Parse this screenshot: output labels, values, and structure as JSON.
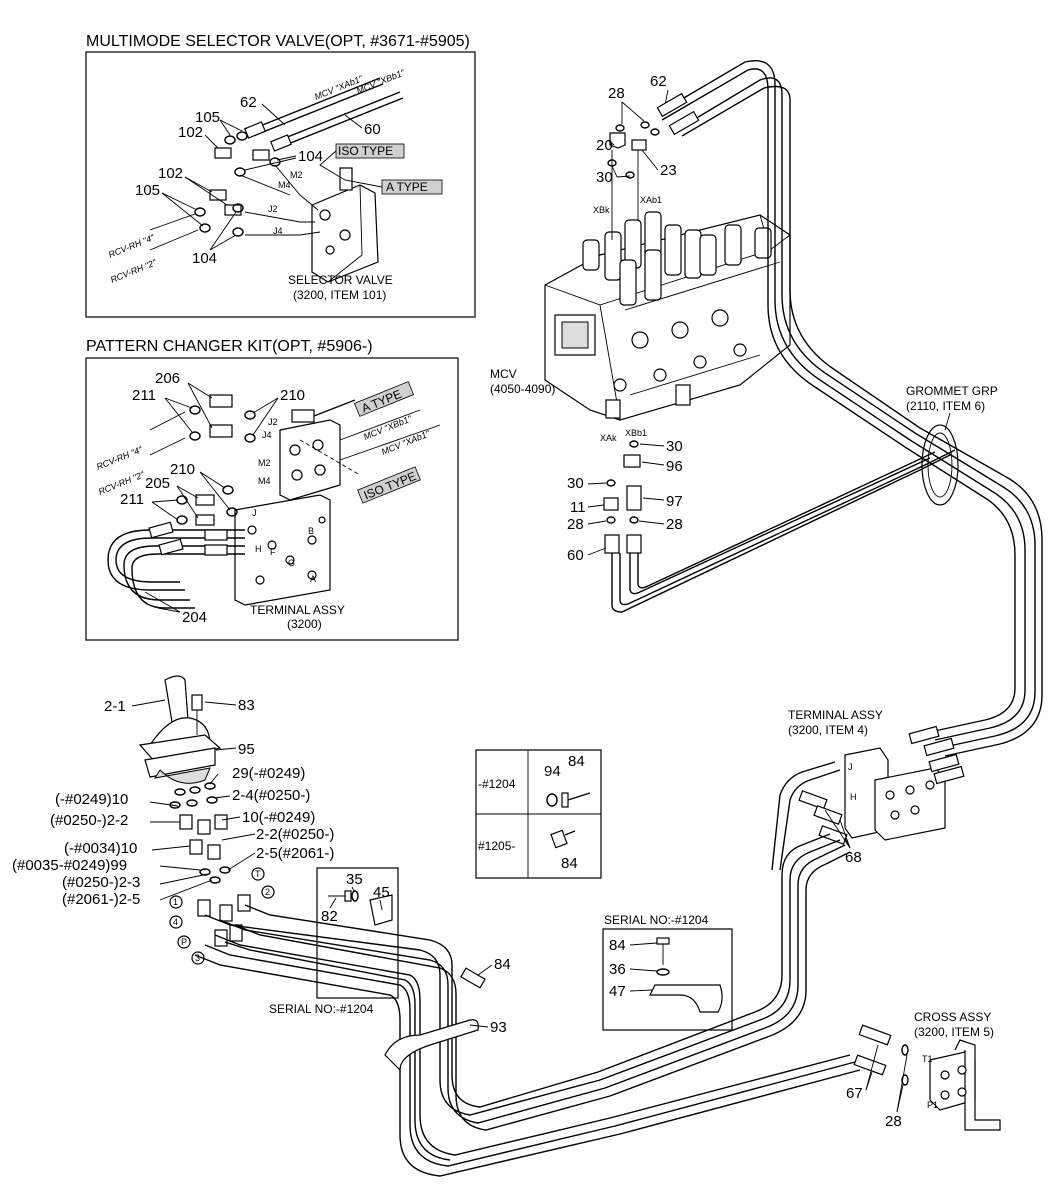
{
  "sections": {
    "multimode": {
      "title": "MULTIMODE SELECTOR VALVE(OPT, #3671-#5905)",
      "component_line1": "SELECTOR VALVE",
      "component_line2": "(3200, ITEM 101)",
      "iso_type": "ISO TYPE",
      "a_type": "A TYPE",
      "hose_label_a": "MCV \"XAb1\"",
      "hose_label_b": "MCV \"XBb1\"",
      "rcv_4": "RCV-RH \"4\"",
      "rcv_2": "RCV-RH \"2\"",
      "port_m4": "M4",
      "port_m2": "M2",
      "port_j2": "J2",
      "port_j4": "J4",
      "callouts": {
        "c62": "62",
        "c60": "60",
        "c105a": "105",
        "c102a": "102",
        "c104a": "104",
        "c102b": "102",
        "c105b": "105",
        "c104b": "104"
      }
    },
    "pattern": {
      "title": "PATTERN CHANGER KIT(OPT, #5906-)",
      "component_line1": "TERMINAL ASSY",
      "component_line2": "(3200)",
      "a_type": "A TYPE",
      "iso_type": "ISO TYPE",
      "hose_label_b": "MCV \"XBb1\"",
      "hose_label_a": "MCV \"XAb1\"",
      "rcv_4": "RCV-RH \"4\"",
      "rcv_2": "RCV-RH \"2\"",
      "port_j2": "J2",
      "port_j4": "J4",
      "port_m2": "M2",
      "port_m4": "M4",
      "port_j": "J",
      "port_h": "H",
      "port_g": "G",
      "port_f": "F",
      "port_b": "B",
      "port_a": "A",
      "callouts": {
        "c206": "206",
        "c211a": "211",
        "c210a": "210",
        "c210b": "210",
        "c205": "205",
        "c211b": "211",
        "c204": "204"
      }
    },
    "mcv": {
      "name": "MCV",
      "range": "(4050-4090)",
      "port_xbk": "XBk",
      "port_xab1": "XAb1",
      "port_xak": "XAk",
      "port_xbb1": "XBb1",
      "callouts": {
        "c28": "28",
        "c62": "62",
        "c20": "20",
        "c23": "23",
        "c30a": "30",
        "c30b": "30",
        "c96": "96",
        "c30c": "30",
        "c11": "11",
        "c97": "97",
        "c28b": "28",
        "c28c": "28",
        "c60": "60"
      }
    },
    "grommet": {
      "line1": "GROMMET GRP",
      "line2": "(2110, ITEM 6)"
    },
    "terminal": {
      "line1": "TERMINAL ASSY",
      "line2": "(3200, ITEM 4)",
      "port_j": "J",
      "port_h": "H",
      "callouts": {
        "c68": "68"
      }
    },
    "rcv": {
      "callouts": {
        "c2_1": "2-1",
        "c83": "83",
        "c95": "95",
        "c29": "29(-#0249)",
        "c2_4": "2-4(#0250-)",
        "c10a": "(-#0249)10",
        "c2_2a": "(#0250-)2-2",
        "c10b": "10(-#0249)",
        "c2_2b": "2-2(#0250-)",
        "c10c": "(-#0034)10",
        "c2_5a": "2-5(#2061-)",
        "c99": "(#0035-#0249)99",
        "c2_3": "(#0250-)2-3",
        "c2_5b": "(#2061-)2-5"
      },
      "ports": {
        "p1": "1",
        "p4": "4",
        "pP": "P",
        "p3": "3",
        "p2": "2",
        "pT": "T"
      }
    },
    "serial_left": {
      "label": "SERIAL NO:-#1204",
      "callouts": {
        "c35": "35",
        "c45": "45",
        "c82": "82"
      }
    },
    "clamp": {
      "callouts": {
        "c84": "84",
        "c93": "93"
      }
    },
    "serial_table": {
      "rows": [
        {
          "serial": "-#1204",
          "c94": "94",
          "c84": "84"
        },
        {
          "serial": "#1205-",
          "c84": "84"
        }
      ]
    },
    "serial_right": {
      "label": "SERIAL NO:-#1204",
      "callouts": {
        "c84": "84",
        "c36": "36",
        "c47": "47"
      }
    },
    "cross": {
      "line1": "CROSS ASSY",
      "line2": "(3200, ITEM 5)",
      "port_t1": "T1",
      "port_p1": "P1",
      "callouts": {
        "c67": "67",
        "c28": "28"
      }
    }
  }
}
